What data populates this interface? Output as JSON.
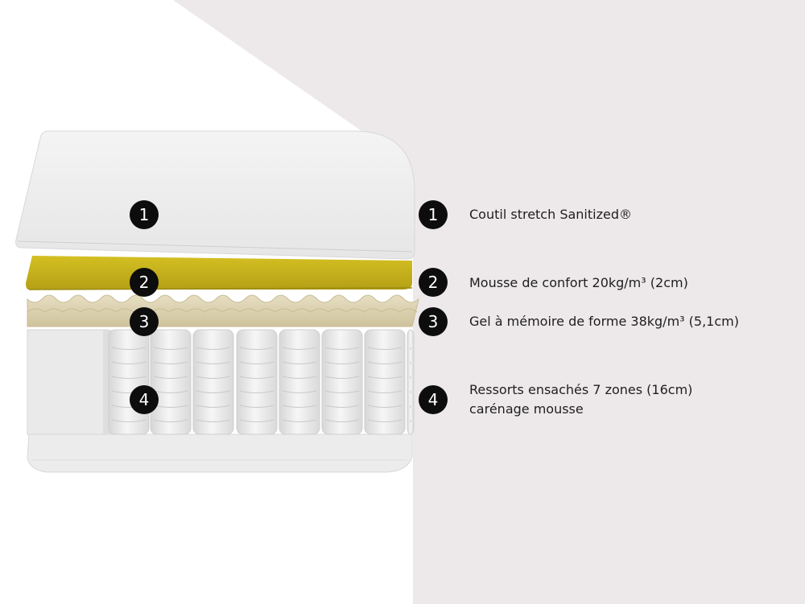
{
  "colors": {
    "background_panel": "#ede9ea",
    "page_white": "#ffffff",
    "badge": "#0d0d0d",
    "cover_fabric": "#eeeeee",
    "comfort_foam": "#c6b21a",
    "memory_gel": "#ddd3b3",
    "springs": "#e7e7e7"
  },
  "layers": [
    {
      "number": "1",
      "icon": "fabric-cover-layer",
      "label": "Coutil stretch Sanitized®"
    },
    {
      "number": "2",
      "icon": "comfort-foam-layer",
      "label": "Mousse de confort 20kg/m³ (2cm)"
    },
    {
      "number": "3",
      "icon": "memory-gel-layer",
      "label": "Gel à mémoire de forme 38kg/m³ (5,1cm)"
    },
    {
      "number": "4",
      "icon": "pocket-springs-layer",
      "label": "Ressorts ensachés 7 zones (16cm)",
      "label_line2": "carénage mousse"
    }
  ]
}
